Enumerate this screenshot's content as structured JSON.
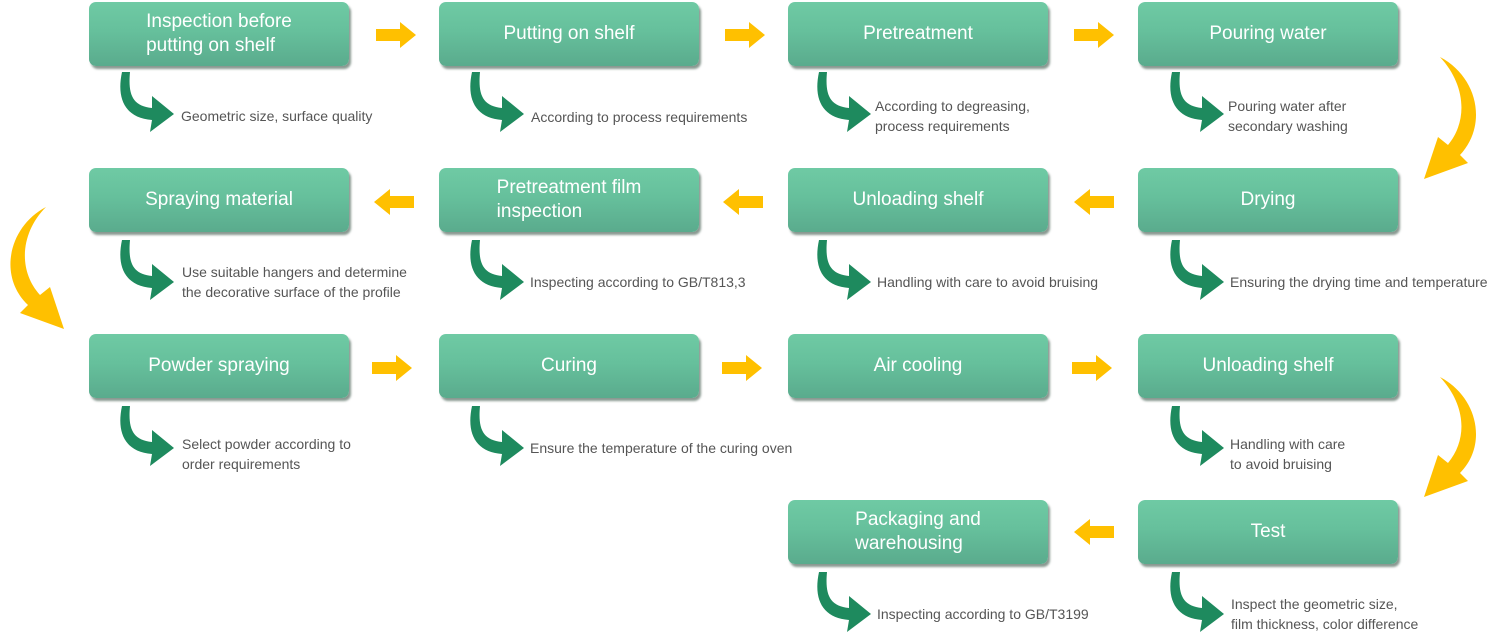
{
  "colors": {
    "box_top": "#6fcaa4",
    "box_bottom": "#5aab8d",
    "flow_arrow": "#ffc000",
    "note_arrow": "#1e8a5e",
    "note_text": "#555555"
  },
  "steps": [
    {
      "label": "Inspection before putting on shelf",
      "line1": "Inspection before",
      "line2": "putting on shelf",
      "note1": "Geometric size, surface quality",
      "note2": ""
    },
    {
      "label": "Putting on shelf",
      "line1": "Putting on shelf",
      "line2": "",
      "note1": "According to process requirements",
      "note2": ""
    },
    {
      "label": "Pretreatment",
      "line1": "Pretreatment",
      "line2": "",
      "note1": "According to degreasing,",
      "note2": "process requirements"
    },
    {
      "label": "Pouring water",
      "line1": "Pouring water",
      "line2": "",
      "note1": "Pouring water after",
      "note2": "secondary washing"
    },
    {
      "label": "Drying",
      "line1": "Drying",
      "line2": "",
      "note1": "Ensuring the drying time and temperature",
      "note2": ""
    },
    {
      "label": "Unloading shelf",
      "line1": "Unloading shelf",
      "line2": "",
      "note1": "Handling with care to avoid bruising",
      "note2": ""
    },
    {
      "label": "Pretreatment film inspection",
      "line1": "Pretreatment film",
      "line2": "inspection",
      "note1": "Inspecting according to GB/T813,3",
      "note2": ""
    },
    {
      "label": "Spraying material",
      "line1": "Spraying material",
      "line2": "",
      "note1": "Use suitable hangers and determine",
      "note2": "the decorative surface of the profile"
    },
    {
      "label": "Powder spraying",
      "line1": "Powder spraying",
      "line2": "",
      "note1": "Select powder according to",
      "note2": "order requirements"
    },
    {
      "label": "Curing",
      "line1": "Curing",
      "line2": "",
      "note1": "Ensure the temperature of the curing oven",
      "note2": ""
    },
    {
      "label": "Air cooling",
      "line1": "Air cooling",
      "line2": "",
      "note1": "",
      "note2": ""
    },
    {
      "label": "Unloading shelf",
      "line1": "Unloading shelf",
      "line2": "",
      "note1": "Handling with care",
      "note2": "to avoid bruising"
    },
    {
      "label": "Test",
      "line1": "Test",
      "line2": "",
      "note1": "Inspect the geometric size,",
      "note2": "film thickness, color difference"
    },
    {
      "label": "Packaging and warehousing",
      "line1": "Packaging and",
      "line2": "warehousing",
      "note1": "Inspecting according to GB/T3199",
      "note2": ""
    }
  ]
}
